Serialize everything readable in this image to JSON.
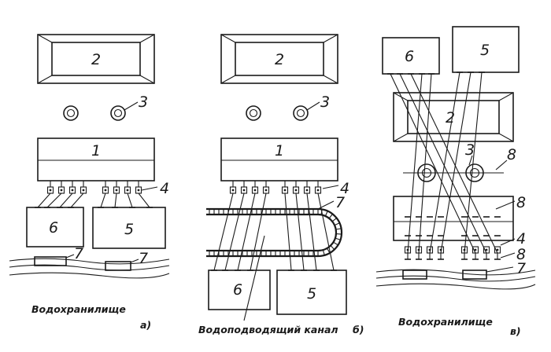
{
  "labels": {
    "n1": "1",
    "n2": "2",
    "n3": "3",
    "n4": "4",
    "n5": "5",
    "n6": "6",
    "n7": "7",
    "n8": "8"
  },
  "captions": {
    "reservoir": "Водохранилище",
    "canal": "Водоподводящий канал",
    "a": "а)",
    "b": "б)",
    "c": "в)"
  }
}
